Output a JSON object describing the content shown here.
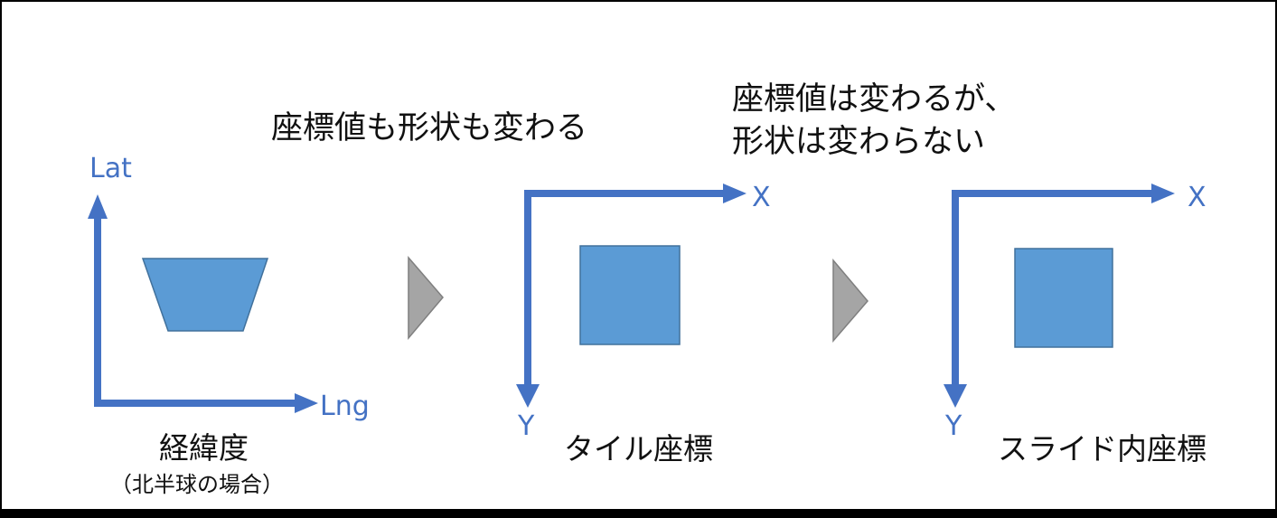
{
  "headings": {
    "left": "座標値も形状も変わる",
    "right_line1": "座標値は変わるが、",
    "right_line2": "形状は変わらない"
  },
  "panels": [
    {
      "id": "latlng",
      "caption": "経緯度",
      "subcaption": "（北半球の場合）",
      "x_axis_label": "Lng",
      "y_axis_label": "Lat",
      "shape": "trapezoid"
    },
    {
      "id": "tile",
      "caption": "タイル座標",
      "x_axis_label": "X",
      "y_axis_label": "Y",
      "shape": "square"
    },
    {
      "id": "slide",
      "caption": "スライド内座標",
      "x_axis_label": "X",
      "y_axis_label": "Y",
      "shape": "square"
    }
  ],
  "colors": {
    "axis": "#4472c4",
    "shape_fill": "#5b9bd5",
    "shape_stroke": "#41719c",
    "transition_arrow": "#a5a5a5",
    "transition_arrow_stroke": "#7f7f7f",
    "border": "#000000"
  }
}
